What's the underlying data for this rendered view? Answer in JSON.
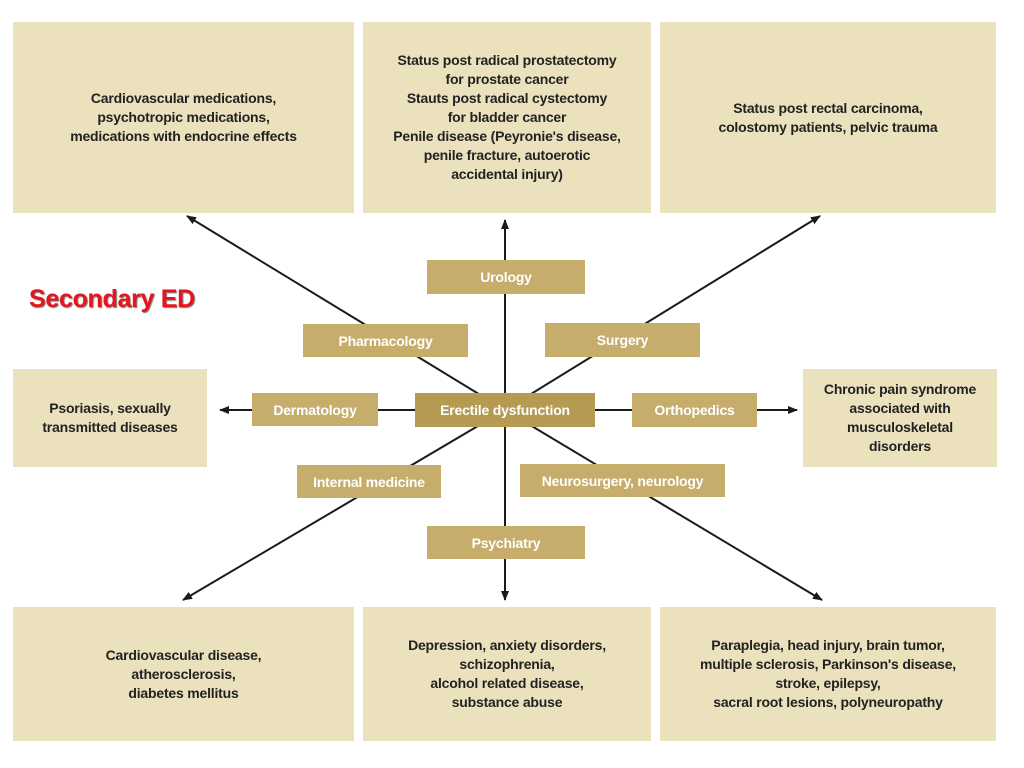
{
  "title": "Secondary ED",
  "center": "Erectile dysfunction",
  "specialties": {
    "urology": "Urology",
    "pharmacology": "Pharmacology",
    "surgery": "Surgery",
    "dermatology": "Dermatology",
    "orthopedics": "Orthopedics",
    "internal_medicine": "Internal medicine",
    "neurosurgery": "Neurosurgery, neurology",
    "psychiatry": "Psychiatry"
  },
  "causes": {
    "top_left": "Cardiovascular medications,\npsychotropic medications,\nmedications with endocrine effects",
    "top_center": "Status post radical prostatectomy\nfor prostate cancer\nStauts post radical cystectomy\nfor bladder cancer\nPenile disease (Peyronie's disease,\npenile fracture, autoerotic\naccidental injury)",
    "top_right": "Status post rectal carcinoma,\ncolostomy patients, pelvic trauma",
    "middle_left": "Psoriasis, sexually\ntransmitted diseases",
    "middle_right": "Chronic pain syndrome\nassociated with\nmusculoskeletal\ndisorders",
    "bottom_left": "Cardiovascular disease,\natherosclerosis,\ndiabetes mellitus",
    "bottom_center": "Depression, anxiety disorders,\nschizophrenia,\nalcohol related disease,\nsubstance abuse",
    "bottom_right": "Paraplegia, head injury, brain tumor,\nmultiple sclerosis, Parkinson's disease,\nstroke, epilepsy,\nsacral root lesions, polyneuropathy"
  },
  "colors": {
    "outer_box": "#ebe1bd",
    "label_box": "#c6ad6b",
    "center_box": "#b59a52",
    "arrow": "#1a1a1a",
    "title": "#e8131b"
  }
}
